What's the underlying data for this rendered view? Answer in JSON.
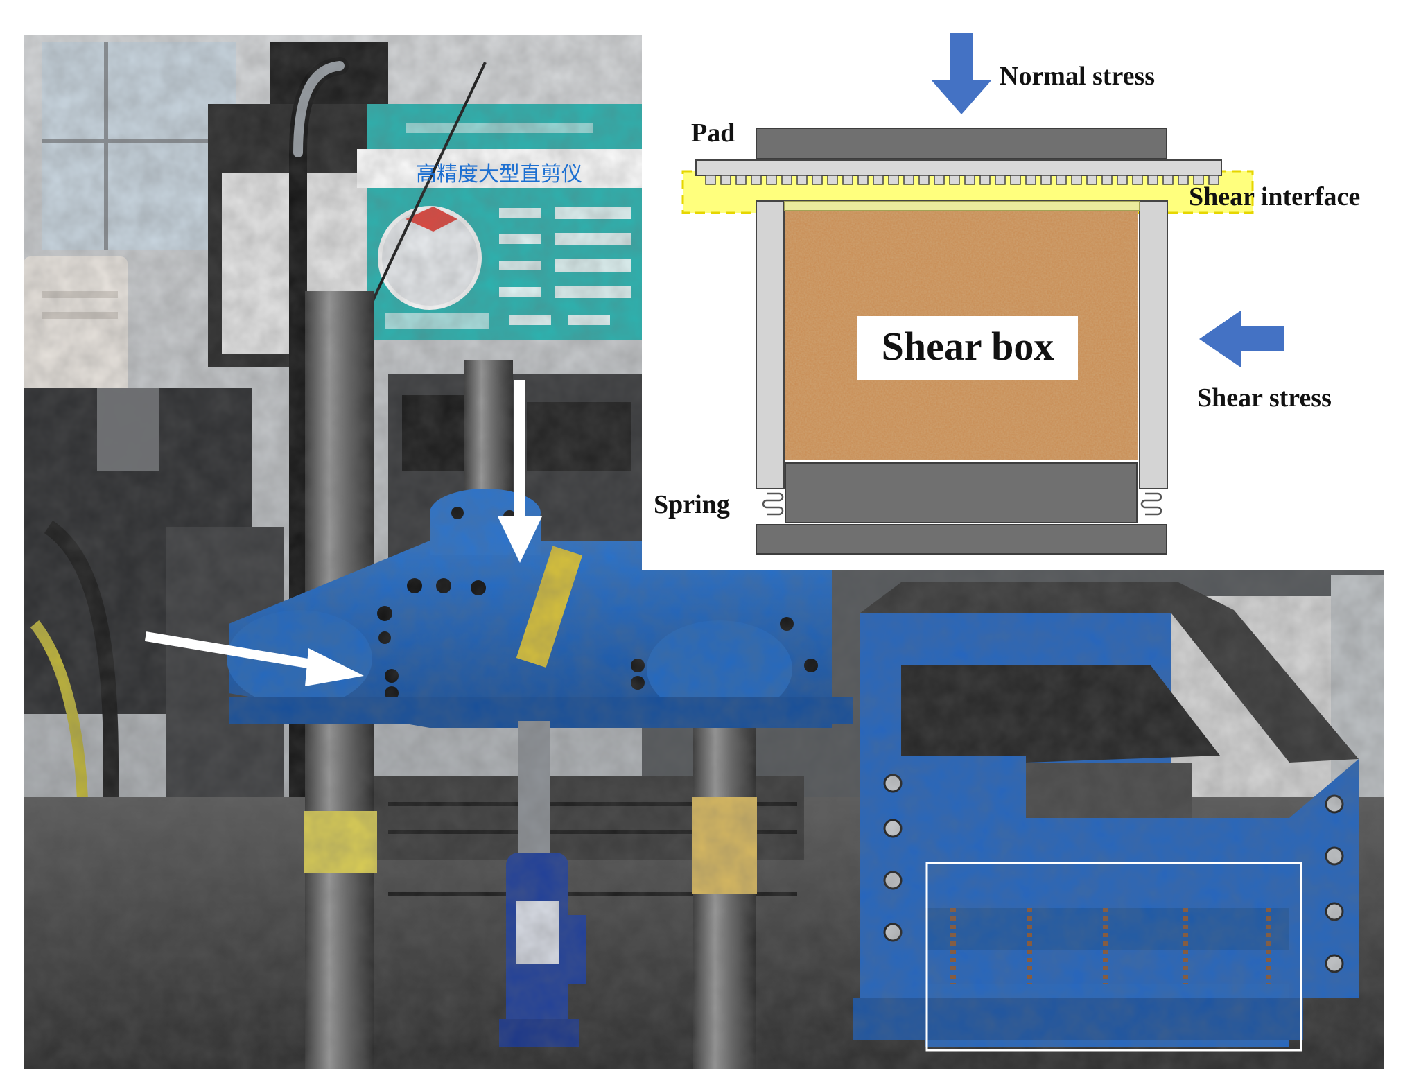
{
  "labels": {
    "normal_stress": "Normal stress",
    "pad": "Pad",
    "shear_interface": "Shear interface",
    "shear_box": "Shear box",
    "shear_stress": "Shear stress",
    "spring": "Spring"
  },
  "machine_sign": {
    "title": "高精度大型直剪仪"
  },
  "colors": {
    "arrow_blue": "#4472C4",
    "machine_blue": "#1f5fb3",
    "sign_teal": "#2bb3b0",
    "interface_yellow": "#ffff66",
    "gray_plate": "#707070",
    "soil": "#c98b52"
  }
}
